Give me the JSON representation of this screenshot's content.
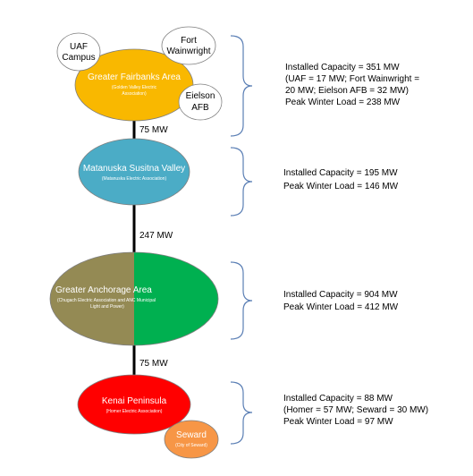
{
  "colors": {
    "fairbanks": "#f9b800",
    "matanuska": "#4bacc6",
    "anchorage_left": "#948a54",
    "anchorage_right": "#00b050",
    "kenai": "#ff0000",
    "seward": "#f79646",
    "bubble": "#ffffff",
    "outline": "#7f7f7f",
    "line": "#000000",
    "brace": "#5b7fb5"
  },
  "regions": {
    "fairbanks": {
      "title": "Greater Fairbanks Area",
      "subtitle_1": "(Golden Valley Electric",
      "subtitle_2": "Association)"
    },
    "matanuska": {
      "title": "Matanuska Susitna Valley",
      "subtitle_1": "(Matanuska Electric Association)"
    },
    "anchorage": {
      "title": "Greater Anchorage Area",
      "subtitle_1": "(Chugach Electric Association and ANC Municipal",
      "subtitle_2": "Light and Power)"
    },
    "kenai": {
      "title": "Kenai Peninsula",
      "subtitle_1": "(Homer Electric Association)"
    }
  },
  "bubbles": {
    "uaf": {
      "line_1": "UAF",
      "line_2": "Campus"
    },
    "fort_wainwright": {
      "line_1": "Fort",
      "line_2": "Wainwright"
    },
    "eielson": {
      "line_1": "Eielson",
      "line_2": "AFB"
    },
    "seward": {
      "title": "Seward",
      "subtitle": "(City of Seward)"
    }
  },
  "links": {
    "fairbanks_matanuska": "75 MW",
    "matanuska_anchorage": "247 MW",
    "anchorage_kenai": "75 MW"
  },
  "info": {
    "fairbanks": [
      "Installed Capacity = 351 MW",
      "(UAF = 17 MW; Fort Wainwright =",
      "20 MW; Eielson AFB = 32 MW)",
      "Peak Winter Load = 238 MW"
    ],
    "matanuska": [
      "Installed Capacity = 195 MW",
      "Peak Winter Load = 146 MW"
    ],
    "anchorage": [
      "Installed Capacity = 904 MW",
      "Peak Winter Load = 412 MW"
    ],
    "kenai": [
      "Installed Capacity = 88 MW",
      "(Homer = 57 MW; Seward = 30 MW)",
      "Peak Winter Load = 97 MW"
    ]
  }
}
